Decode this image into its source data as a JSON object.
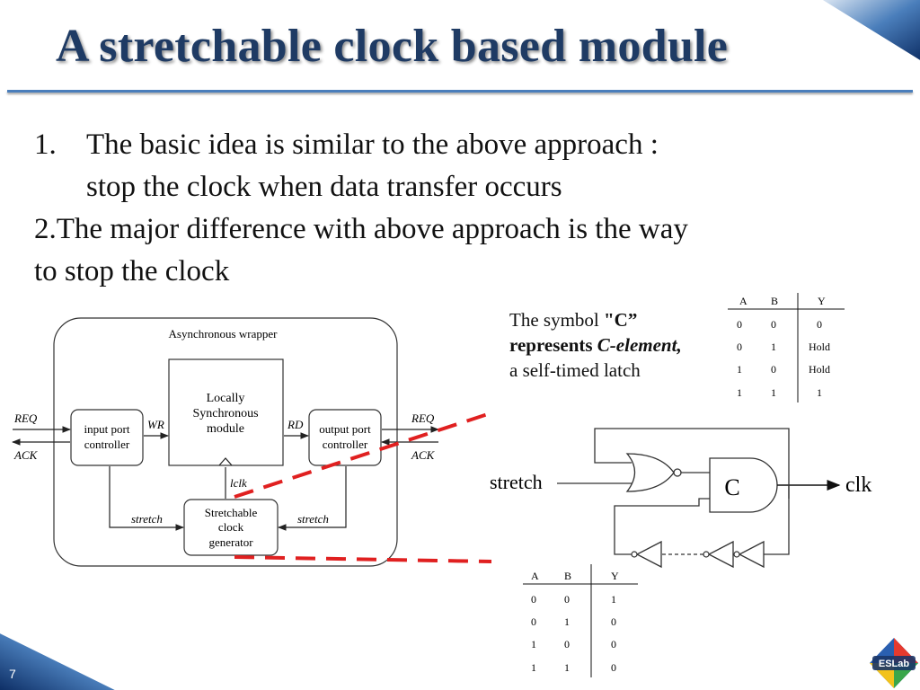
{
  "slide": {
    "title": "A stretchable clock based module",
    "number": "7",
    "logo_text": "ESLab"
  },
  "bullets": {
    "item1_num": "1.",
    "item1_line1": "The basic idea is similar to the above approach :",
    "item1_line2": "stop the clock when data transfer occurs",
    "item2_line1": "2.The major difference with above approach is the way",
    "item2_line2": "to stop the clock"
  },
  "note": {
    "line1_plain": "The symbol ",
    "line1_bold": "\"C”",
    "line2_bold": "represents ",
    "line2_bolditalic": "C-element,",
    "line3": "a self-timed latch"
  },
  "wrapper_diagram": {
    "wrapper_label": "Asynchronous wrapper",
    "ls_line1": "Locally",
    "ls_line2": "Synchronous",
    "ls_line3": "module",
    "in_line1": "input port",
    "in_line2": "controller",
    "out_line1": "output port",
    "out_line2": "controller",
    "gen_line1": "Stretchable",
    "gen_line2": "clock",
    "gen_line3": "generator",
    "req_left": "REQ",
    "ack_left": "ACK",
    "req_right": "REQ",
    "ack_right": "ACK",
    "wr": "WR",
    "rd": "RD",
    "lclk": "lclk",
    "stretch_left": "stretch",
    "stretch_right": "stretch"
  },
  "circuit": {
    "stretch_label": "stretch",
    "c_label": "C",
    "clk_label": "clk"
  },
  "c_element_table": {
    "headers": [
      "A",
      "B",
      "Y"
    ],
    "rows": [
      [
        "0",
        "0",
        "0"
      ],
      [
        "0",
        "1",
        "Hold"
      ],
      [
        "1",
        "0",
        "Hold"
      ],
      [
        "1",
        "1",
        "1"
      ]
    ]
  },
  "nor_table": {
    "headers": [
      "A",
      "B",
      "Y"
    ],
    "rows": [
      [
        "0",
        "0",
        "1"
      ],
      [
        "0",
        "1",
        "0"
      ],
      [
        "1",
        "0",
        "0"
      ],
      [
        "1",
        "1",
        "0"
      ]
    ]
  },
  "colors": {
    "title": "#1f3b64",
    "accent_blue": "#4a7ebb",
    "dashed_red": "#e02020"
  }
}
